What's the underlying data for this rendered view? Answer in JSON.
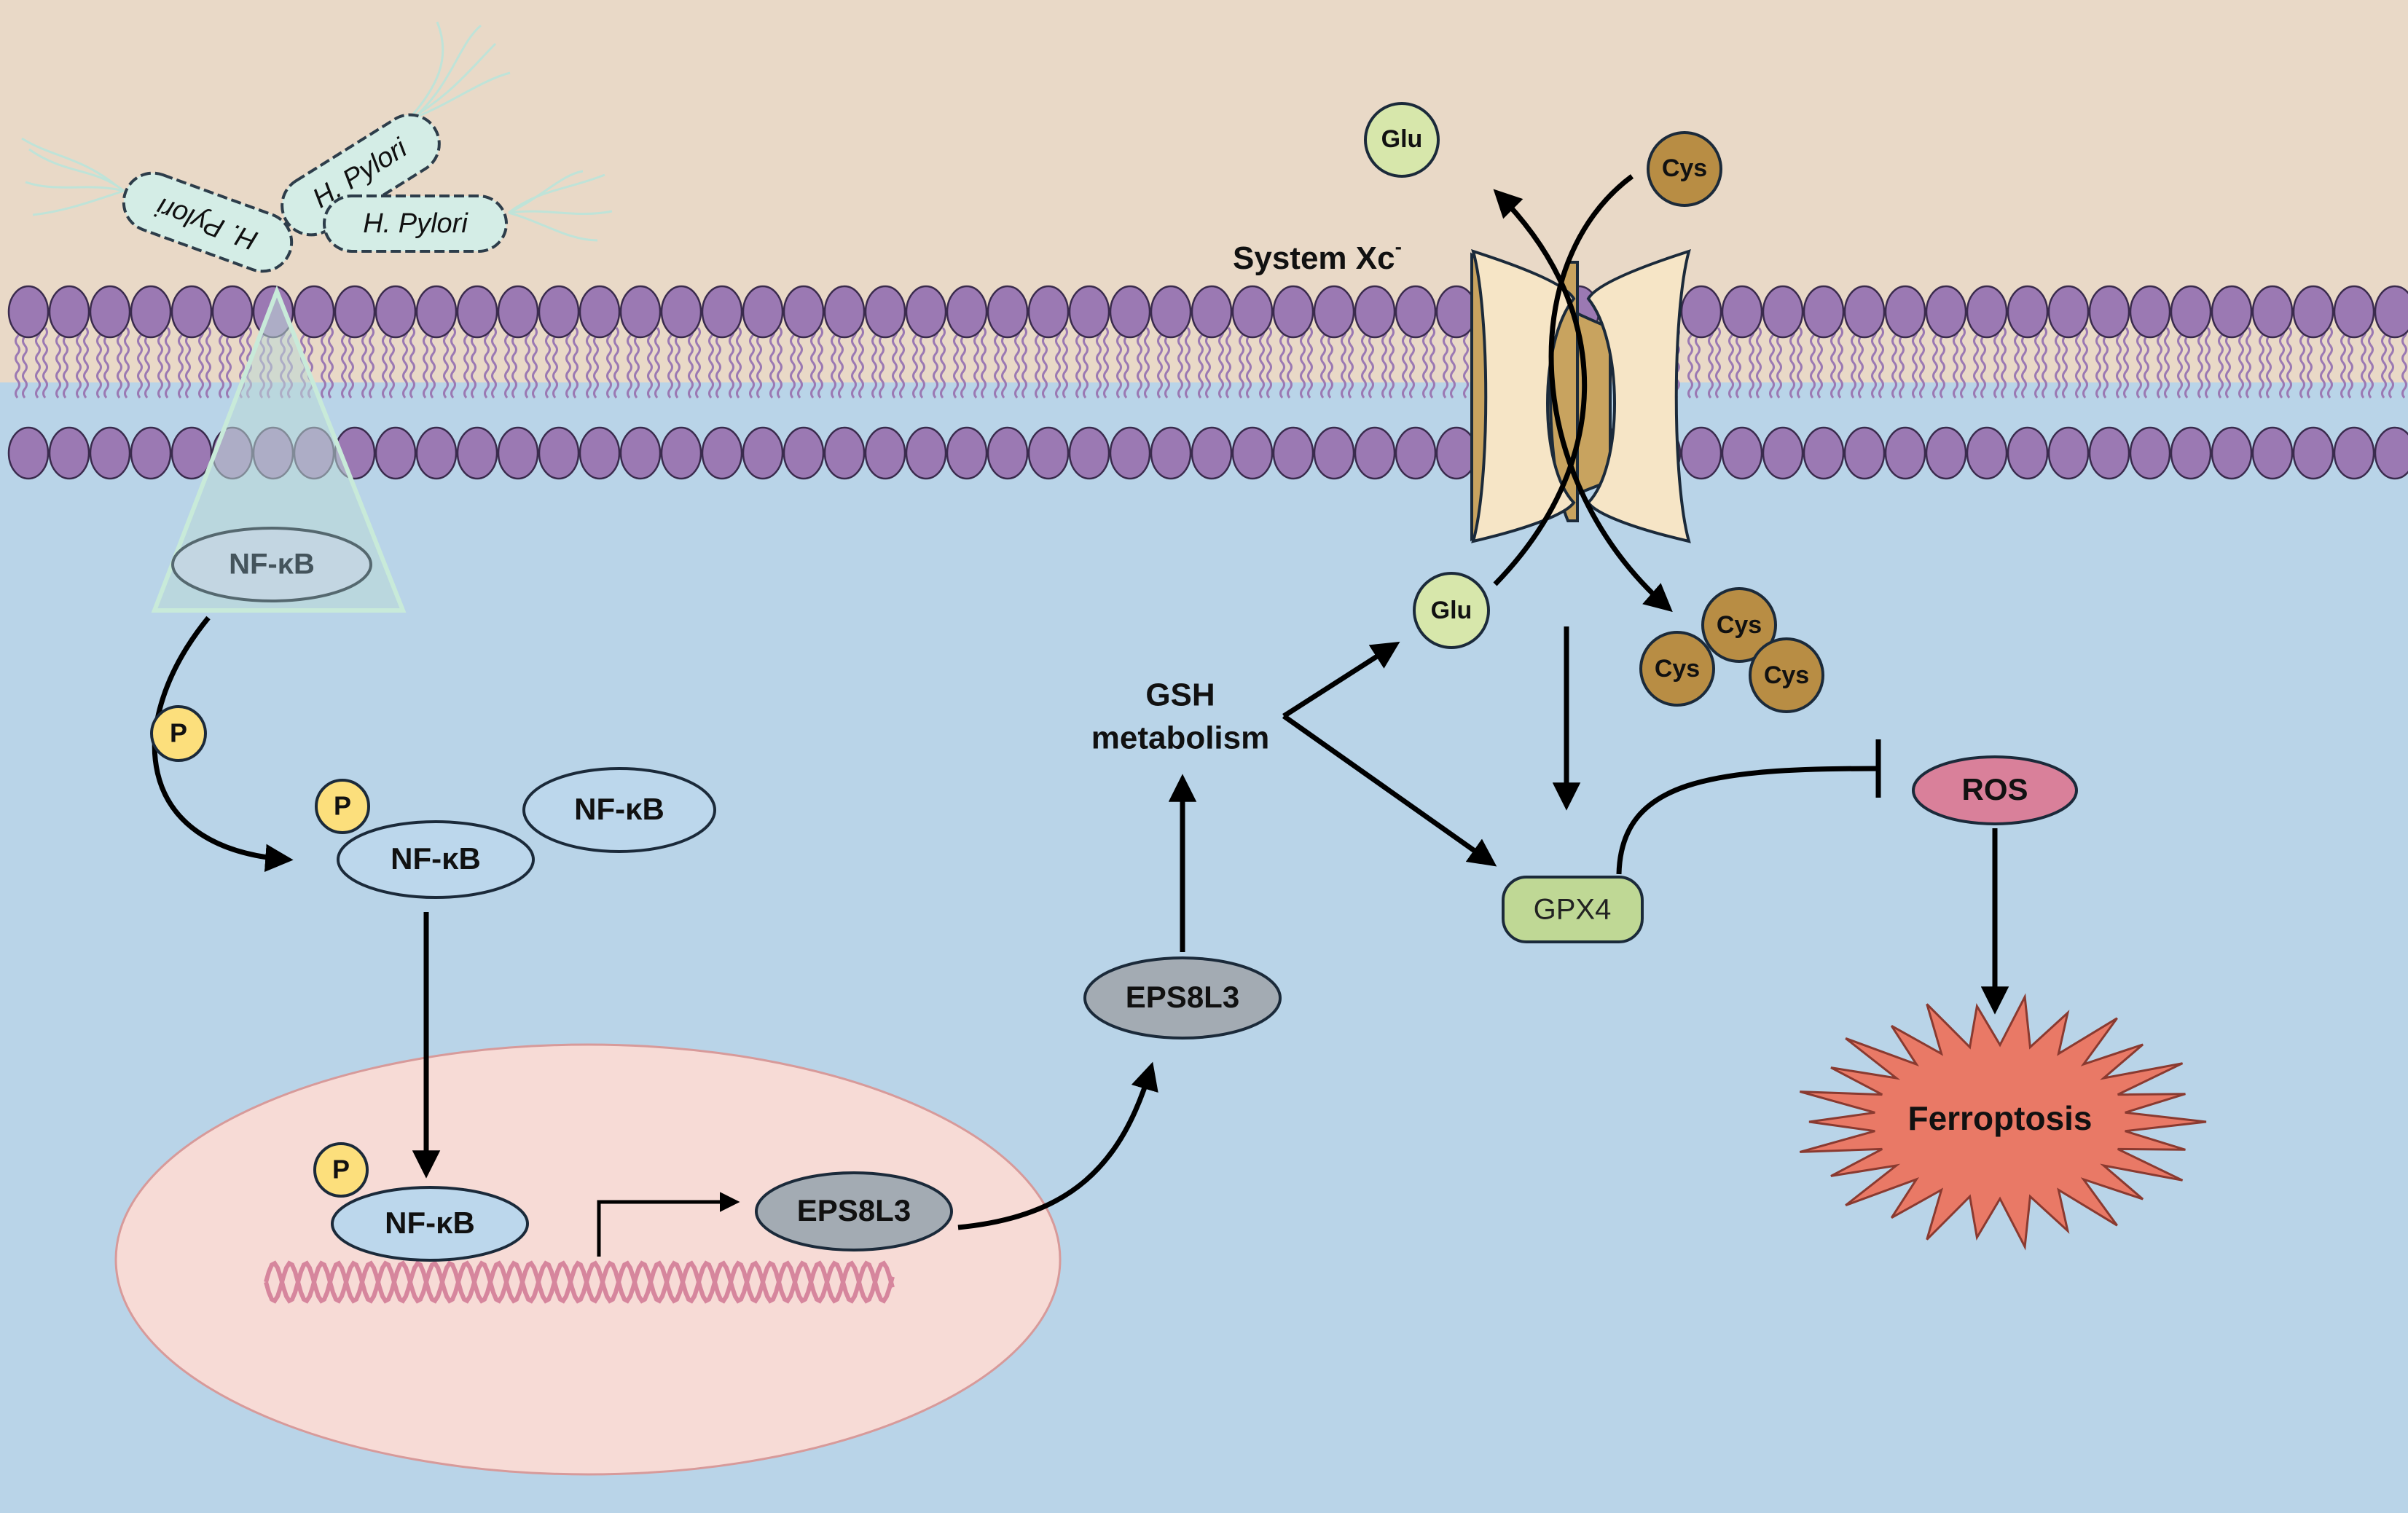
{
  "bacteria": {
    "label_1": "H. Pylori",
    "label_2": "H. Pylori",
    "label_3": "H. Pylori"
  },
  "membrane_nfkb": {
    "label": "NF-κB"
  },
  "phospho": {
    "p1": "P",
    "p2": "P",
    "p3": "P"
  },
  "cytoplasm": {
    "nfkb_phos": "NF-κB",
    "nfkb_free": "NF-κB"
  },
  "nucleus": {
    "nfkb": "NF-κB",
    "gene_product": "EPS8L3"
  },
  "eps8l3": {
    "label": "EPS8L3"
  },
  "gsh": {
    "line1": "GSH",
    "line2": "metabolism"
  },
  "transporter": {
    "name": "System Xc",
    "superscript": "-"
  },
  "metabolites": {
    "glu_out": "Glu",
    "cys_out": "Cys",
    "glu_in": "Glu",
    "cys_in_1": "Cys",
    "cys_in_2": "Cys",
    "cys_in_3": "Cys"
  },
  "gpx4": {
    "label": "GPX4"
  },
  "ros": {
    "label": "ROS"
  },
  "ferroptosis": {
    "label": "Ferroptosis"
  },
  "colors": {
    "extracellular": "#e9d9c7",
    "cytoplasm": "#b9d4e8",
    "nucleus": "#f7dbd6",
    "lipid_head": "#9b79b3",
    "protein_node": "#bcd7ec",
    "eps8l3_node": "#a3abb3",
    "phospho": "#fcdf7c",
    "glu": "#d7e7ab",
    "cys": "#b88d44",
    "gpx4": "#bfd895",
    "ros": "#d9809a",
    "ferroptosis": "#e97966",
    "bacteria": "#d4ede6",
    "dna": "#d6869d"
  }
}
